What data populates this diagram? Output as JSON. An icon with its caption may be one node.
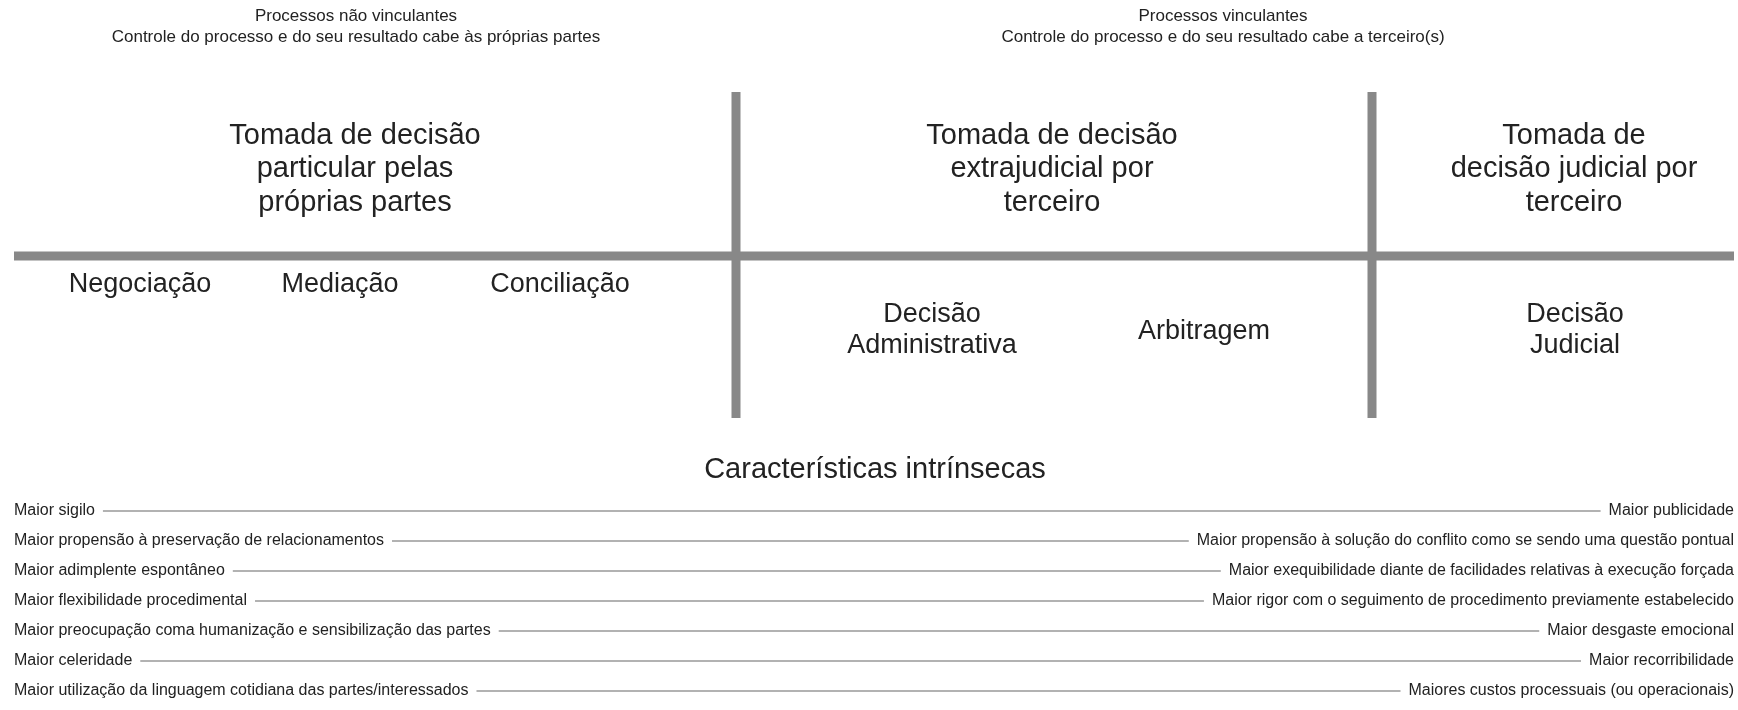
{
  "diagram": {
    "nodes": [
      {
        "text": [
          "Maior sigilo"
        ]
      },
      {
        "text": [
          "Maior publicidade"
        ]
      },
      {
        "text": [
          "Maior propensão à preservação de relacionamentos"
        ]
      },
      {
        "text": [
          "Maior propensão à solução do conflito como se sendo uma questão pontual"
        ]
      },
      {
        "text": [
          "Maior adimplente espontâneo"
        ]
      },
      {
        "text": [
          "Maior exequibilidade diante de facilidades relativas à execução forçada"
        ]
      },
      {
        "text": [
          "Maior flexibilidade procedimental"
        ]
      },
      {
        "text": [
          "Maior rigor com o seguimento de procedimento previamente estabelecido"
        ]
      },
      {
        "text": [
          "Maior preocupação coma humanização e sensibilização das partes"
        ]
      },
      {
        "text": [
          "Maior desgaste emocional"
        ]
      },
      {
        "text": [
          "Maior celeridade"
        ]
      },
      {
        "text": [
          "Maior recorribilidade"
        ]
      },
      {
        "text": [
          "Maior utilização da linguagem cotidiana das partes/interessados"
        ]
      },
      {
        "text": [
          "Maiores custos processuais (ou operacionais)"
        ]
      }
    ],
    "edges": [
      {
        "from": 0,
        "to": 1,
        "arrow": "none"
      },
      {
        "from": 2,
        "to": 3,
        "arrow": "none"
      },
      {
        "from": 4,
        "to": 5,
        "arrow": "none"
      },
      {
        "from": 6,
        "to": 7,
        "arrow": "none"
      },
      {
        "from": 8,
        "to": 9,
        "arrow": "none"
      },
      {
        "from": 10,
        "to": 11,
        "arrow": "none"
      },
      {
        "from": 12,
        "to": 13,
        "arrow": "none"
      }
    ],
    "labels": [
      "Processos não vinculantes",
      "Controle do processo e do seu resultado cabe às próprias partes",
      "Processos vinculantes",
      "Controle do processo e do seu resultado cabe a terceiro(s)",
      "Tomada de decisão particular pelas próprias partes",
      "Tomada de decisão extrajudicial por terceiro",
      "Tomada de decisão judicial por terceiro",
      "Negociação",
      "Mediação",
      "Conciliação",
      "Decisão Administrativa",
      "Arbitragem",
      "Decisão Judicial",
      "Características intrínsecas"
    ]
  }
}
